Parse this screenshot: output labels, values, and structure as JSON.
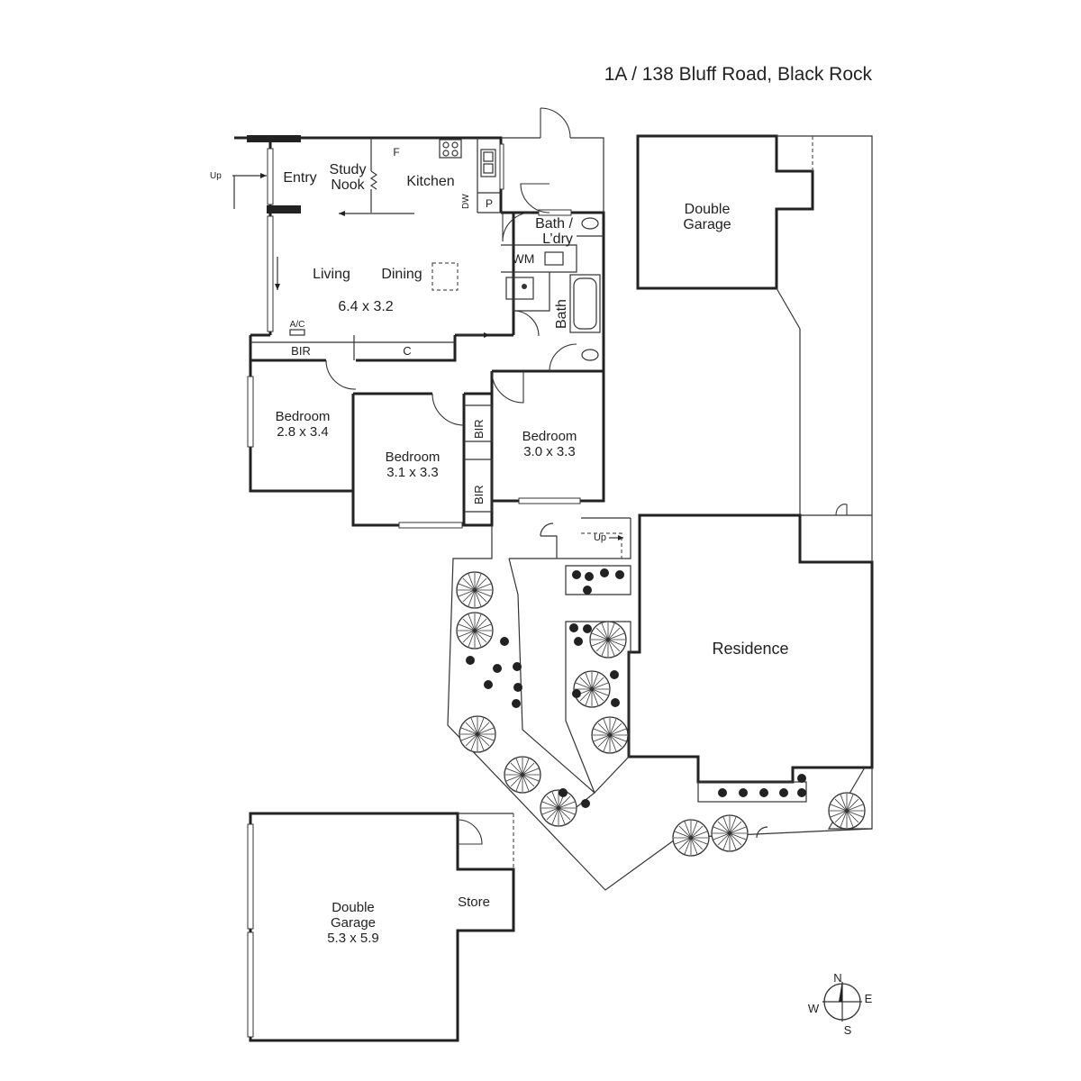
{
  "title": "1A / 138 Bluff Road, Black Rock",
  "labels": {
    "up_entry": "Up",
    "entry": "Entry",
    "study_1": "Study",
    "study_2": "Nook",
    "fridge": "F",
    "kitchen": "Kitchen",
    "dishwasher": "DW",
    "pantry": "P",
    "bath_laundry_1": "Bath /",
    "bath_laundry_2": "L’dry",
    "wm": "WM",
    "bath": "Bath",
    "living": "Living",
    "dining": "Dining",
    "living_size": "6.4 x 3.2",
    "ac": "A/C",
    "bir_main": "BIR",
    "cupboard": "C",
    "bedroom1": "Bedroom",
    "bedroom1_size": "2.8 x 3.4",
    "bedroom2": "Bedroom",
    "bedroom2_size": "3.1 x 3.3",
    "bedroom3": "Bedroom",
    "bedroom3_size": "3.0 x 3.3",
    "bir_upper": "BIR",
    "bir_lower": "BIR",
    "double_garage_top_1": "Double",
    "double_garage_top_2": "Garage",
    "up_courtyard": "Up",
    "residence": "Residence",
    "double_garage_bottom_1": "Double",
    "double_garage_bottom_2": "Garage",
    "double_garage_bottom_size": "5.3 x 5.9",
    "store": "Store"
  },
  "compass": {
    "n": "N",
    "e": "E",
    "s": "S",
    "w": "W"
  },
  "colors": {
    "wall": "#222222",
    "text": "#222222",
    "background": "#ffffff"
  }
}
